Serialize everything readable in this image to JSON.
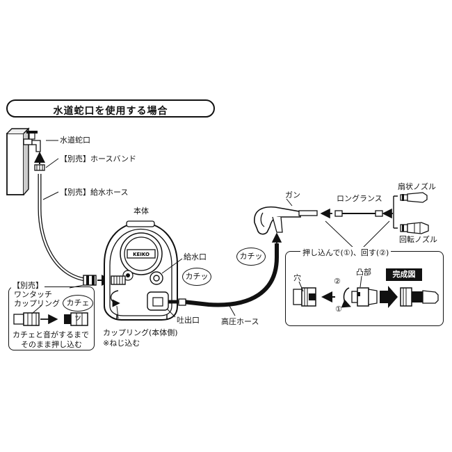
{
  "title": "水道蛇口を使用する場合",
  "labels": {
    "faucet": "水道蛇口",
    "hose_band": "【別売】ホースバンド",
    "supply_hose": "【別売】給水ホース",
    "main_unit": "本体",
    "inlet": "給水口",
    "outlet": "吐出口",
    "high_pressure_hose": "高圧ホース",
    "coupling_main": "カップリング(本体側)",
    "screw_in": "※ねじ込む",
    "gun": "ガン",
    "long_lance": "ロングランス",
    "fan_nozzle": "扇状ノズル",
    "rotary_nozzle": "回転ノズル",
    "onetouch_optional": "【別売】",
    "onetouch_line1": "ワンタッチ",
    "onetouch_line2": "カップリング",
    "push_note_line1": "カチェと音がするまで",
    "push_note_line2": "そのまま押し込む",
    "push_turn": "押し込んで(①)、回す(②)",
    "hole": "穴",
    "convex": "凸部",
    "step1": "①",
    "step2": "②",
    "complete": "完成図"
  },
  "callouts": {
    "click_main": "カチッ",
    "click_gun": "カチッ",
    "click_coupling": "カチェッ"
  },
  "device_logo": "KEIKO"
}
